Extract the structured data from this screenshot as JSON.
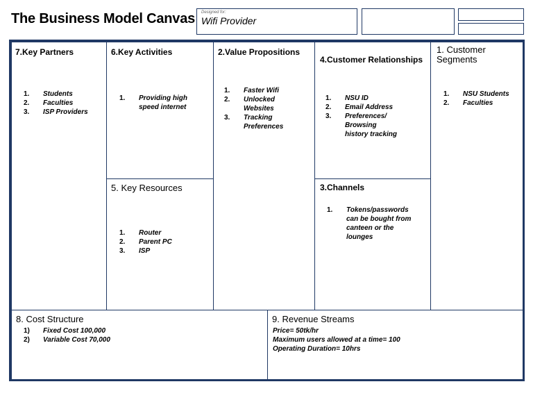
{
  "header": {
    "title": "The Business Model Canvas",
    "designed_for_label": "Designed for:",
    "designed_for_value": "Wifi Provider"
  },
  "sections": {
    "key_partners": {
      "title": "7.Key Partners",
      "items": [
        {
          "num": "1.",
          "text": "Students"
        },
        {
          "num": "2.",
          "text": "Faculties"
        },
        {
          "num": "3.",
          "text": "ISP Providers"
        }
      ]
    },
    "key_activities": {
      "title": "6.Key Activities",
      "items": [
        {
          "num": "1.",
          "text": "Providing high speed internet"
        }
      ]
    },
    "key_resources": {
      "title": "5. Key Resources",
      "items": [
        {
          "num": "1.",
          "text": "Router"
        },
        {
          "num": "2.",
          "text": "Parent PC"
        },
        {
          "num": "3.",
          "text": "ISP"
        }
      ]
    },
    "value_propositions": {
      "title": "2.Value Propositions",
      "items": [
        {
          "num": "1.",
          "text": "Faster Wifi"
        },
        {
          "num": "2.",
          "text": "Unlocked Websites"
        },
        {
          "num": "3.",
          "text": "Tracking Preferences"
        }
      ]
    },
    "customer_relationships": {
      "title": "4.Customer Relationships",
      "items": [
        {
          "num": "1.",
          "text": "NSU ID"
        },
        {
          "num": "2.",
          "text": "Email Address"
        },
        {
          "num": "3.",
          "text": "Preferences/ Browsing history tracking"
        }
      ]
    },
    "channels": {
      "title": "3.Channels",
      "items": [
        {
          "num": "1.",
          "text": "Tokens/passwords can be bought from canteen or the lounges"
        }
      ]
    },
    "customer_segments": {
      "title": "1. Customer Segments",
      "items": [
        {
          "num": "1.",
          "text": "NSU Students"
        },
        {
          "num": "2.",
          "text": "Faculties"
        }
      ]
    },
    "cost_structure": {
      "title": "8. Cost Structure",
      "items": [
        {
          "num": "1)",
          "text": "Fixed Cost 100,000"
        },
        {
          "num": "2)",
          "text": "Variable Cost 70,000"
        }
      ]
    },
    "revenue_streams": {
      "title": "9. Revenue Streams",
      "lines": [
        "Price= 50tk/hr",
        "Maximum users allowed at a time= 100",
        "Operating Duration= 10hrs"
      ]
    }
  }
}
